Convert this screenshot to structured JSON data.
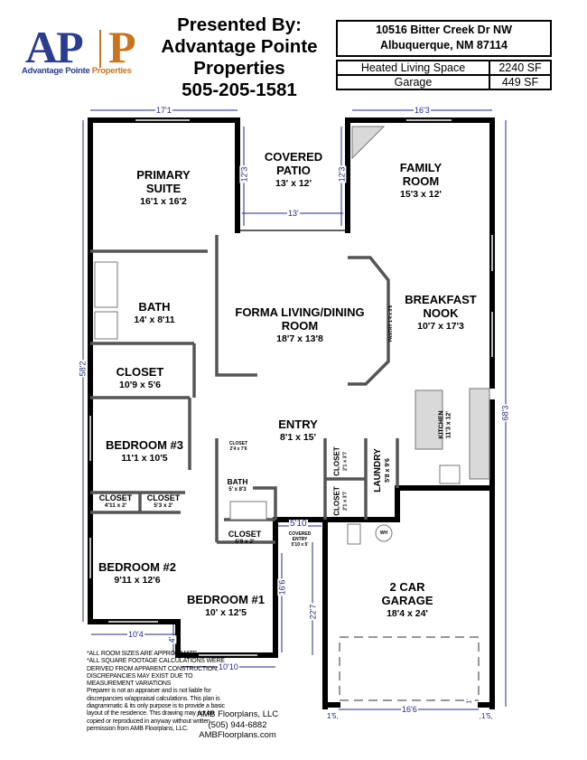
{
  "logo": {
    "mark_left": "AP",
    "mark_right": "P",
    "company_blue": "Advantage Pointe",
    "company_orange": "Properties",
    "colors": {
      "blue": "#2b3d8f",
      "orange": "#c8741e"
    }
  },
  "presenter": {
    "line1": "Presented By:",
    "line2": "Advantage Pointe",
    "line3": "Properties",
    "phone": "505-205-1581"
  },
  "address": {
    "street": "10516 Bitter Creek Dr NW",
    "city": "Albuquerque, NM 87114"
  },
  "areas": [
    {
      "label": "Heated Living Space",
      "value": "2240 SF"
    },
    {
      "label": "Garage",
      "value": "449 SF"
    }
  ],
  "rooms": {
    "primary_suite": {
      "name1": "PRIMARY",
      "name2": "SUITE",
      "size": "16'1 x 16'2"
    },
    "covered_patio": {
      "name1": "COVERED",
      "name2": "PATIO",
      "size": "13' x 12'"
    },
    "family_room": {
      "name1": "FAMILY",
      "name2": "ROOM",
      "size": "15'3 x 12'"
    },
    "bath_primary": {
      "name": "BATH",
      "size": "14' x 8'11"
    },
    "living_dining": {
      "name1": "FORMA LIVING/DINING",
      "name2": "ROOM",
      "size": "18'7 x 13'8"
    },
    "breakfast_nook": {
      "name1": "BREAKFAST",
      "name2": "NOOK",
      "size": "10'7 x 17'3"
    },
    "pantry": {
      "name": "PANTRY",
      "size": "1'4 x 5'8"
    },
    "closet_primary": {
      "name": "CLOSET",
      "size": "10'9 x 5'6"
    },
    "kitchen": {
      "name": "KITCHEN",
      "size": "11'3 x 12'"
    },
    "entry": {
      "name": "ENTRY",
      "size": "8'1 x 15'"
    },
    "bedroom3": {
      "name": "BEDROOM #3",
      "size": "11'1 x 10'5"
    },
    "closet_small": {
      "name": "CLOSET",
      "size": "2'4 x 7'6"
    },
    "bath2": {
      "name": "BATH",
      "size": "5' x 8'3"
    },
    "closet_a": {
      "name": "CLOSET",
      "size": "2'1 x 3'7"
    },
    "closet_b": {
      "name": "CLOSET",
      "size": "2'1 x 3'7"
    },
    "laundry": {
      "name": "LAUNDRY",
      "size": "5'8 x 9'6"
    },
    "closet_b2": {
      "name": "CLOSET",
      "size": "4'11 x 2'"
    },
    "closet_b3": {
      "name": "CLOSET",
      "size": "5'3 x 2'"
    },
    "closet_hall": {
      "name": "CLOSET",
      "size": "5'9 x 2'"
    },
    "covered_entry": {
      "name1": "COVERED",
      "name2": "ENTRY",
      "size": "5'10 x 5'"
    },
    "water_heater": {
      "name": "WH"
    },
    "bedroom2": {
      "name": "BEDROOM #2",
      "size": "9'11 x 12'6"
    },
    "bedroom1": {
      "name": "BEDROOM #1",
      "size": "10' x 12'5"
    },
    "garage": {
      "name1": "2 CAR",
      "name2": "GARAGE",
      "size": "18'4 x 24'"
    }
  },
  "dimensions": {
    "top_left": "17'1",
    "top_right": "16'3",
    "patio_width": "13'",
    "patio_height_left": "12'3",
    "patio_height_right": "12'3",
    "overall_left": "58'2",
    "overall_right": "68'3",
    "entry_width": "5'10",
    "bed1_depth": "16'6",
    "garage_depth": "22'7",
    "bed2_width": "10'4",
    "bump": "4'",
    "bed1_width": "10'10",
    "garage_door": "16'6",
    "garage_left_pier": "1'5",
    "garage_right_pier": "1'5",
    "garage_pier_depth": "1'"
  },
  "disclaimer": {
    "caps": [
      "*ALL ROOM SIZES ARE APPROXIMATE",
      "*ALL SQUARE FOOTAGE CALCULATIONS WERE DERIVED FROM APPARENT CONSTRUCTION; DISCREPANCIES MAY EXIST DUE TO MEASUREMENT VARIATIONS"
    ],
    "text": "Preparer is not an appraiser and is not liable for discrepancies w/appraisal calculations. This plan is diagrammatic & its only purpose is to provide a basic layout of the residence. This drawing may not be copied or reproduced in anyway without written permission from AMB Floorplans, LLC."
  },
  "credit": {
    "name": "AMB Floorplans, LLC",
    "phone": "(505) 944-6882",
    "website": "AMBFloorplans.com"
  }
}
